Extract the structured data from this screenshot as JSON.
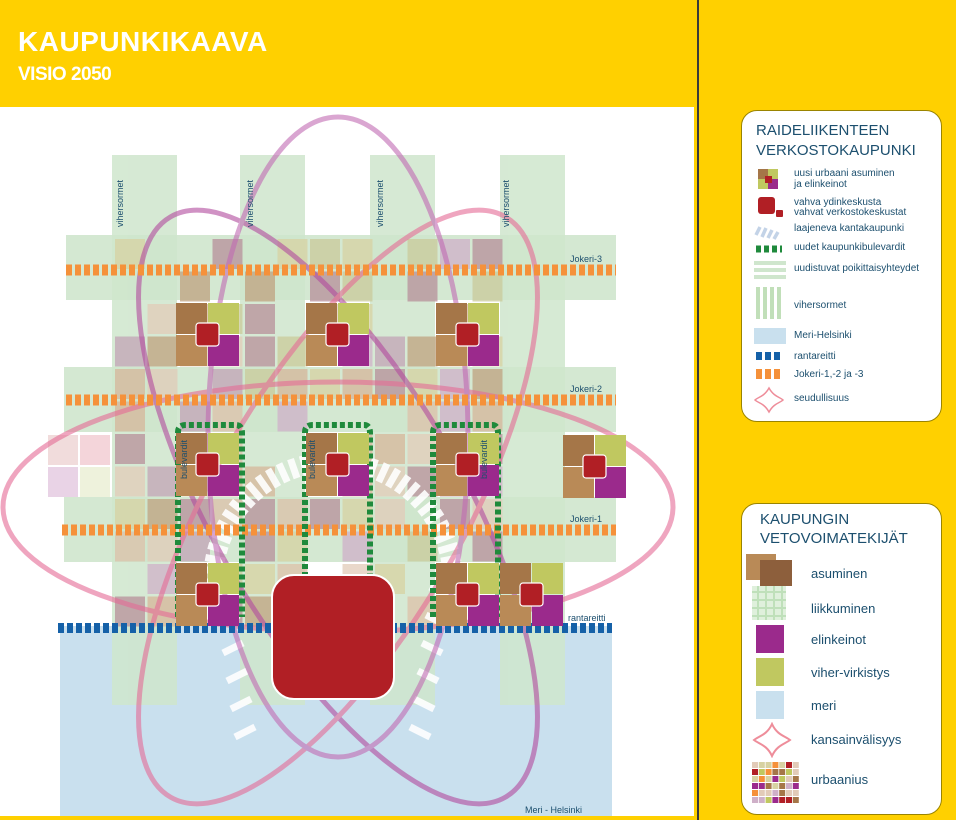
{
  "header": {
    "title": "KAUPUNKIKAAVA",
    "subtitle": "VISIO 2050"
  },
  "colors": {
    "yellow": "#ffd000",
    "sea": "#c9e0ee",
    "green_finger": "#cfe6cd",
    "dark_red": "#b11f25",
    "orange": "#f5913a",
    "blue": "#1561a8",
    "green_dash": "#1f8a3c",
    "purple": "#9b2a8c",
    "brown": "#a57648",
    "olive": "#c0c860",
    "text_blue": "#1c4f6e"
  },
  "map": {
    "vihersormet_label": "vihersormet",
    "jokeri3": "Jokeri-3",
    "jokeri2": "Jokeri-2",
    "jokeri1": "Jokeri-1",
    "bulevardit": "bulevardit",
    "rantareitti": "rantareitti",
    "meri_helsinki": "Meri - Helsinki"
  },
  "legend1": {
    "title_line1": "RAIDELIIKENTEEN",
    "title_line2": "VERKOSTOKAUPUNKI",
    "items": [
      {
        "line1": "uusi urbaani asuminen",
        "line2": "ja elinkeinot"
      },
      {
        "line1": "vahva ydinkeskusta",
        "line2": "vahvat verkostokeskustat"
      },
      {
        "line1": "laajeneva kantakaupunki",
        "line2": ""
      },
      {
        "line1": "uudet kaupunkibulevardit",
        "line2": ""
      },
      {
        "line1": "uudistuvat poikittaisyhteydet",
        "line2": ""
      },
      {
        "line1": "vihersormet",
        "line2": ""
      },
      {
        "line1": "Meri-Helsinki",
        "line2": ""
      },
      {
        "line1": "rantareitti",
        "line2": ""
      },
      {
        "line1": "Jokeri-1,-2 ja -3",
        "line2": ""
      },
      {
        "line1": "seudullisuus",
        "line2": ""
      }
    ]
  },
  "legend2": {
    "title_line1": "KAUPUNGIN",
    "title_line2": "VETOVOIMATEKIJÄT",
    "items": [
      {
        "label": "asuminen"
      },
      {
        "label": "liikkuminen"
      },
      {
        "label": "elinkeinot"
      },
      {
        "label": "viher-virkistys"
      },
      {
        "label": "meri"
      },
      {
        "label": "kansainvälisyys"
      },
      {
        "label": "urbaanius"
      }
    ]
  }
}
